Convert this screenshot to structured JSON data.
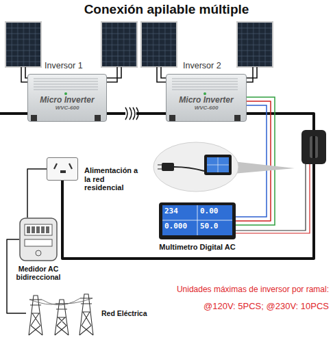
{
  "diagram": {
    "title": "Conexión apilable múltiple",
    "nodes": [
      {
        "text": [
          "Inversor 1",
          "Micro Inverter",
          "WVC-600"
        ]
      },
      {
        "text": [
          "Inversor 2",
          "Micro Inverter",
          "WVC-600"
        ]
      },
      {
        "text": [
          "Alimentación a la red residencial"
        ]
      },
      {
        "text": [
          "Multimetro Digital AC"
        ]
      },
      {
        "text": [
          "Medidor AC bidireccional"
        ]
      },
      {
        "text": [
          "Red Eléctrica"
        ]
      }
    ],
    "edges": [
      {
        "from": 0,
        "to": 1,
        "arrow": "none"
      },
      {
        "from": 1,
        "to": 2,
        "arrow": "none"
      },
      {
        "from": 1,
        "to": 3,
        "arrow": "none"
      },
      {
        "from": 2,
        "to": 4,
        "arrow": "none"
      },
      {
        "from": 4,
        "to": 5,
        "arrow": "none"
      }
    ],
    "labels": [
      "234",
      "0.00",
      "0.000",
      "50.0",
      "Unidades máximas de inversor por ramal:",
      "@120V: 5PCS; @230V: 10PCS"
    ]
  }
}
